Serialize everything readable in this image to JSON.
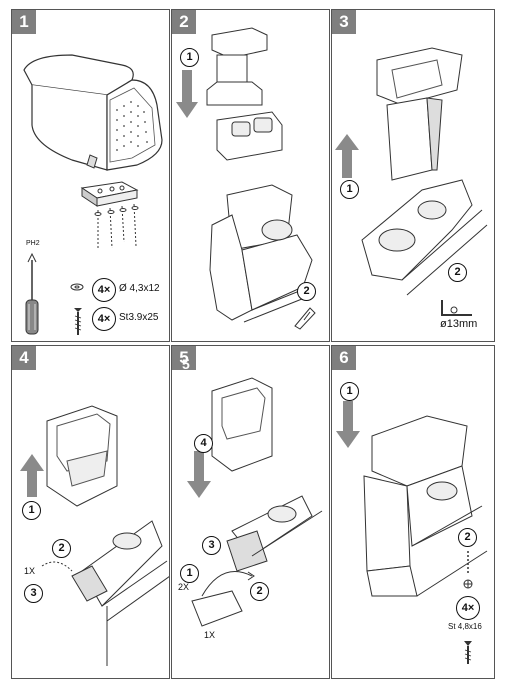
{
  "panels": [
    {
      "number": "1"
    },
    {
      "number": "2"
    },
    {
      "number": "3"
    },
    {
      "number": "4"
    },
    {
      "number": "5"
    },
    {
      "number": "6"
    }
  ],
  "p1": {
    "tool_label": "PH2",
    "washer_qty": "4×",
    "washer_spec": "Ø 4,3x12",
    "screw_qty": "4×",
    "screw_spec": "St3.9x25"
  },
  "p2": {
    "step1": "1",
    "step2": "2"
  },
  "p3": {
    "step1": "1",
    "step2": "2",
    "hole_size": "ø13mm"
  },
  "p4": {
    "step1": "1",
    "step2": "2",
    "step3": "3",
    "qty": "1X"
  },
  "p5": {
    "step1": "1",
    "step2": "2",
    "step3": "3",
    "step4": "4",
    "qty_a": "2X",
    "qty_b": "1X",
    "extra_mark": "5"
  },
  "p6": {
    "step1": "1",
    "step2": "2",
    "qty": "4×",
    "screw_spec": "St 4,8x16"
  },
  "colors": {
    "badge": "#7f7f7f",
    "line": "#333333",
    "arrow_fill": "#8a8a8a"
  }
}
